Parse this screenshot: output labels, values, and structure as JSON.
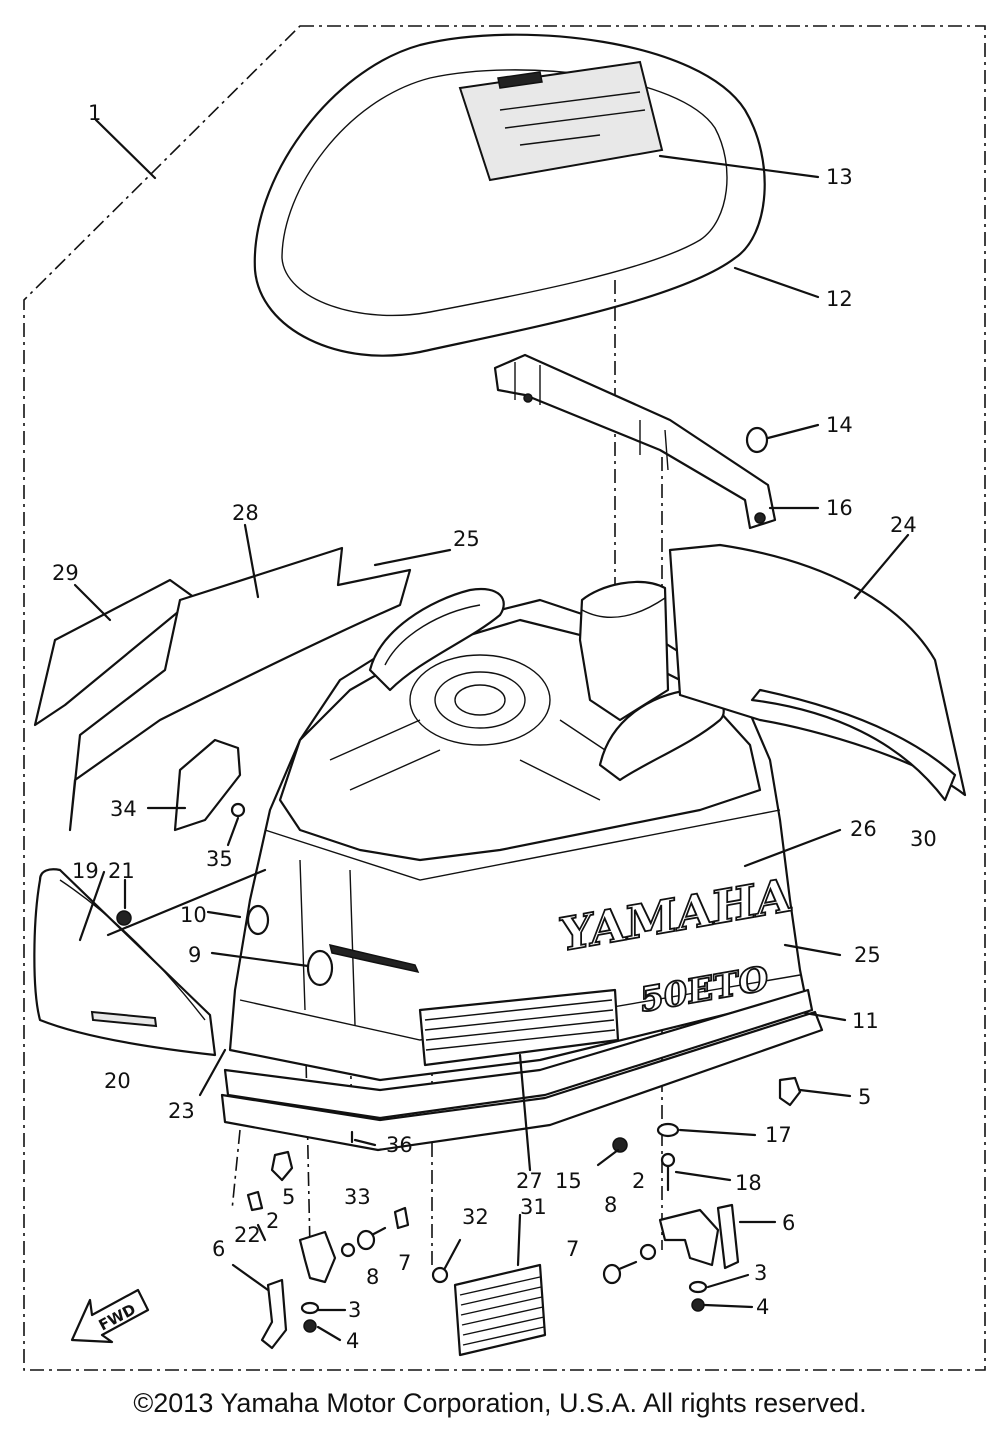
{
  "parts": [
    "1",
    "2",
    "3",
    "4",
    "5",
    "6",
    "7",
    "8",
    "9",
    "10",
    "11",
    "12",
    "13",
    "14",
    "15",
    "16",
    "17",
    "18",
    "19",
    "20",
    "21",
    "22",
    "23",
    "24",
    "25",
    "26",
    "27",
    "28",
    "29",
    "30",
    "31",
    "32",
    "33",
    "34",
    "35",
    "36"
  ],
  "emblem": {
    "brand": "YAMAHA",
    "model": "50ETO"
  },
  "fwd_label": "FWD",
  "copyright": "©2013 Yamaha Motor Corporation, U.S.A. All rights reserved."
}
